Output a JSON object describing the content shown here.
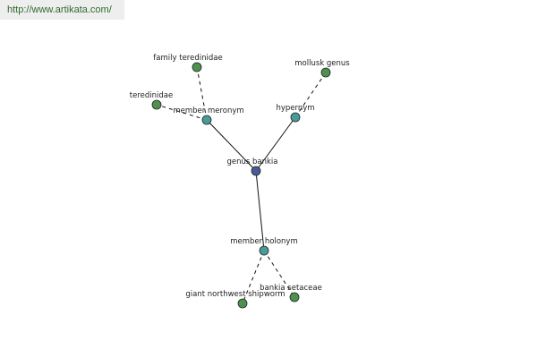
{
  "watermark": "http://www.artikata.com/",
  "colors": {
    "center_node": "#4a5a96",
    "relation_node": "#4a9a9a",
    "leaf_node": "#4f8f4f",
    "edge": "#111111"
  },
  "nodes": {
    "genus_bankia": "genus bankia",
    "member_meronym": "member meronym",
    "hypernym": "hypernym",
    "member_holonym": "member holonym",
    "family_teredinidae": "family teredinidae",
    "teredinidae": "teredinidae",
    "mollusk_genus": "mollusk genus",
    "giant_northwest_shipworm": "giant northwest shipworm",
    "bankia_setaceae": "bankia setaceae"
  }
}
